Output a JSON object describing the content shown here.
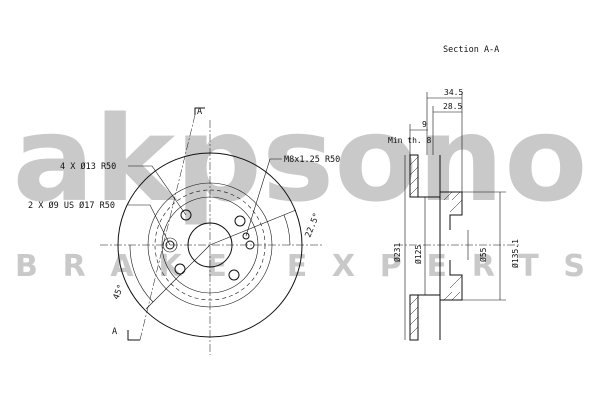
{
  "watermark": {
    "logo_text": "akpsono",
    "tagline": "BRAKE EXPERTS"
  },
  "section": {
    "title": "Section A-A",
    "cut_label_top": "A",
    "cut_label_bottom": "A"
  },
  "front_view": {
    "bolt_holes_label": "4 X Ø13 R50",
    "centering_holes_label": "2 X Ø9 US Ø17 R50",
    "thread_label": "M8x1.25 R50",
    "angle_small": "22.5°",
    "angle_large": "45°"
  },
  "side_view": {
    "dim_total_thickness": "34.5",
    "dim_hat_height": "28.5",
    "dim_disc_thickness": "9",
    "min_thickness_label": "Min th. 8",
    "dia_outer": "Ø231",
    "dia_inner_ring": "Ø125",
    "dia_bore": "Ø55",
    "dia_hat": "Ø135.1"
  }
}
